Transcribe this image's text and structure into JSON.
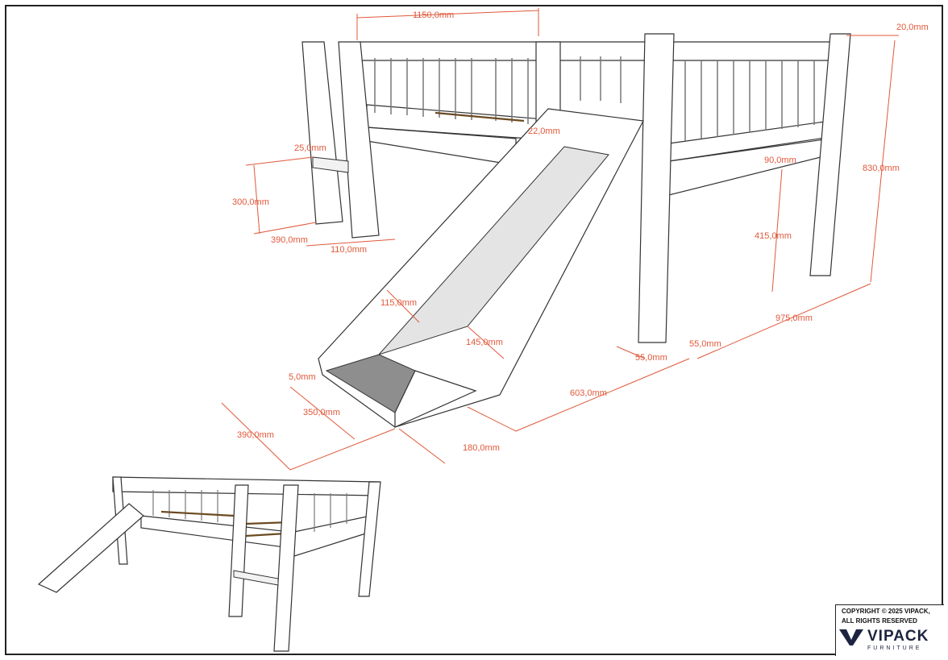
{
  "dimensions": {
    "top_length": "1150,0mm",
    "post_cap": "20,0mm",
    "total_height": "830,0mm",
    "slide_top_offset": "22,0mm",
    "rail_height": "90,0mm",
    "under_clearance": "415,0mm",
    "bed_width": "975,0mm",
    "post_depth": "55,0mm",
    "post_width": "55,0mm",
    "ladder_step_thickness": "25,0mm",
    "ladder_step_spacing": "300,0mm",
    "ladder_depth": "390,0mm",
    "ladder_post_width": "110,0mm",
    "slide_inner_width": "115,0mm",
    "slide_side_height": "145,0mm",
    "slide_bottom_thickness": "5,0mm",
    "slide_exit_width": "350,0mm",
    "slide_total_width": "390,0mm",
    "slide_side_depth": "180,0mm",
    "slide_length": "603,0mm"
  },
  "copyright": {
    "line1": "COPYRIGHT  © 2025 VIPACK,",
    "line2": "ALL RIGHTS RESERVED"
  },
  "logo": {
    "name": "VIPACK",
    "subtitle": "FURNITURE"
  },
  "colors": {
    "dimension": "#e0583a",
    "slats": "#8b5a2b",
    "logo": "#1c2440"
  }
}
